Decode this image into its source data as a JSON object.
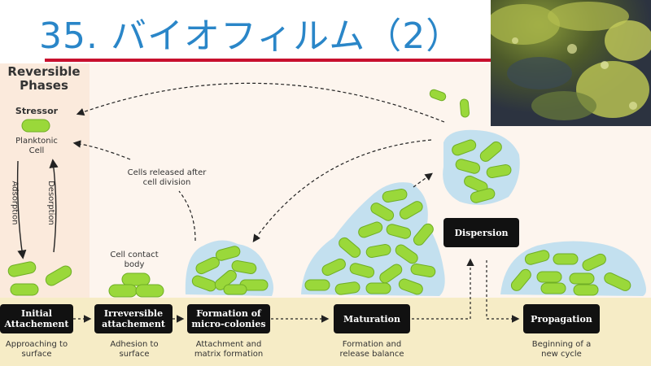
{
  "title": "35. バイオフィルム（2）",
  "left_panel": {
    "heading": "Reversible Phases",
    "stressor": "Stressor",
    "planktonic": "Planktonic Cell",
    "adsorption": "Adsorption",
    "desorption": "Desorption"
  },
  "labels": {
    "cells_released": "Cells released after cell division",
    "cell_contact": "Cell contact body"
  },
  "stages": [
    {
      "label": "Initial Attachement",
      "caption": "Approaching to surface"
    },
    {
      "label": "Irreversible attachement",
      "caption": "Adhesion to surface"
    },
    {
      "label": "Formation of micro-colonies",
      "caption": "Attachment and matrix formation"
    },
    {
      "label": "Maturation",
      "caption": "Formation and release balance"
    },
    {
      "label": "Dispersion",
      "caption": ""
    },
    {
      "label": "Propagation",
      "caption": "Beginning of a new cycle"
    }
  ],
  "colors": {
    "title": "#2a86c8",
    "rule": "#c8102e",
    "cell": "#9ad83a",
    "matrix": "#b9dcef"
  }
}
